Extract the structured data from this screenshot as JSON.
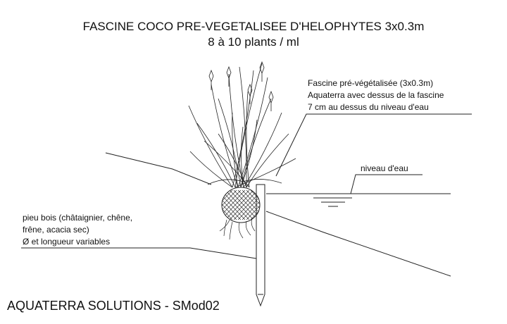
{
  "title": "FASCINE COCO PRE-VEGETALISEE D'HELOPHYTES 3x0.3m",
  "subtitle": "8 à 10 plants / ml",
  "labels": {
    "fascine": [
      "Fascine pré-végétalisée (3x0.3m)",
      "Aquaterra avec dessus de la fascine",
      "7 cm au dessus du niveau d'eau"
    ],
    "water_level": "niveau d'eau",
    "stake": [
      "pieu bois (châtaignier, chêne,",
      "frêne, acacia sec)",
      "Ø et longueur variables"
    ]
  },
  "footer": "AQUATERRA SOLUTIONS - SMod02",
  "colors": {
    "line": "#222222",
    "background": "#ffffff"
  }
}
